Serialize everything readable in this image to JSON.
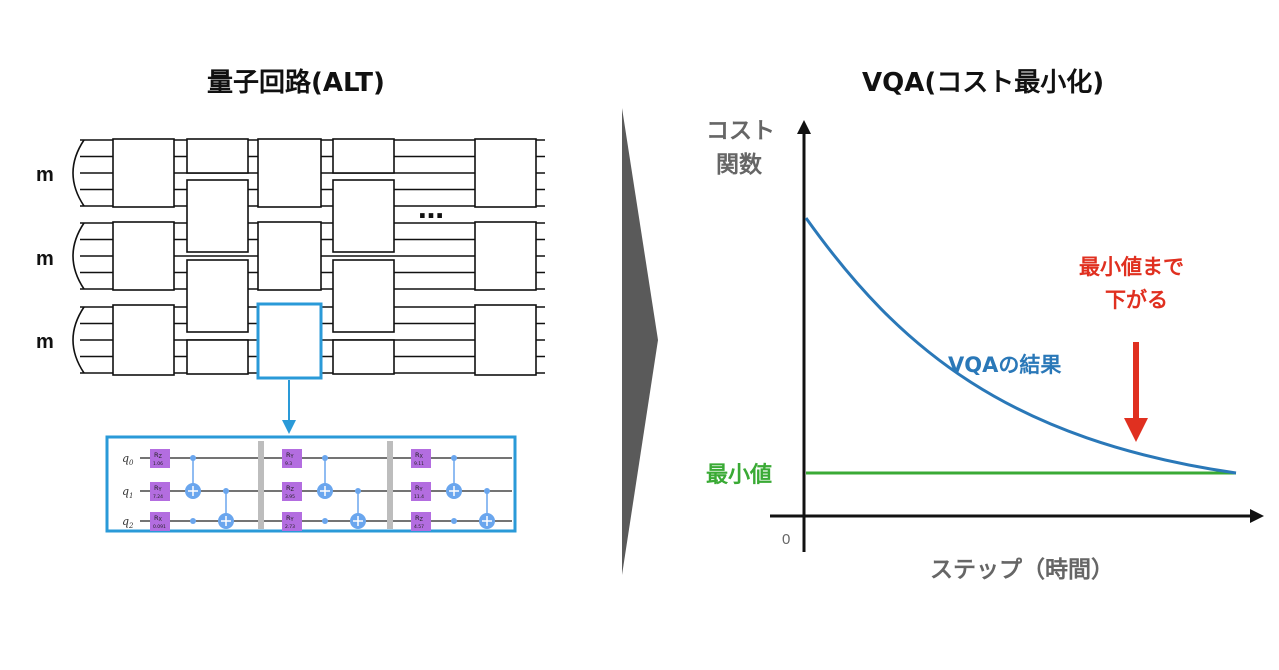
{
  "left": {
    "title": "量子回路(ALT)",
    "group_label": "m",
    "ellipsis": "…",
    "detail": {
      "qubits": [
        "q0",
        "q1",
        "q2"
      ],
      "blocks": [
        {
          "gates": [
            {
              "name": "RZ",
              "value": "1.06"
            },
            {
              "name": "RY",
              "value": "7.24"
            },
            {
              "name": "RX",
              "value": "0.091"
            }
          ]
        },
        {
          "gates": [
            {
              "name": "RY",
              "value": "9.3"
            },
            {
              "name": "RZ",
              "value": "3.95"
            },
            {
              "name": "RY",
              "value": "2.73"
            }
          ]
        },
        {
          "gates": [
            {
              "name": "RX",
              "value": "9.11"
            },
            {
              "name": "RY",
              "value": "11.4"
            },
            {
              "name": "RZ",
              "value": "4.57"
            }
          ]
        }
      ]
    }
  },
  "right": {
    "title": "VQA(コスト最小化)",
    "ylabel_line1": "コスト",
    "ylabel_line2": "関数",
    "xlabel": "ステップ（時間）",
    "origin": "0",
    "curve_label": "VQAの結果",
    "min_label": "最小値",
    "arrow_label_line1": "最小値まで",
    "arrow_label_line2": "下がる"
  },
  "colors": {
    "curve": "#2a78b8",
    "minimum": "#3aaa35",
    "arrow": "#e03020",
    "highlight": "#2a9ad8",
    "gate_fill": "#b36de0",
    "cnot": "#6aa6ee",
    "divider": "#5a5a5a",
    "axis_text": "#666666"
  }
}
